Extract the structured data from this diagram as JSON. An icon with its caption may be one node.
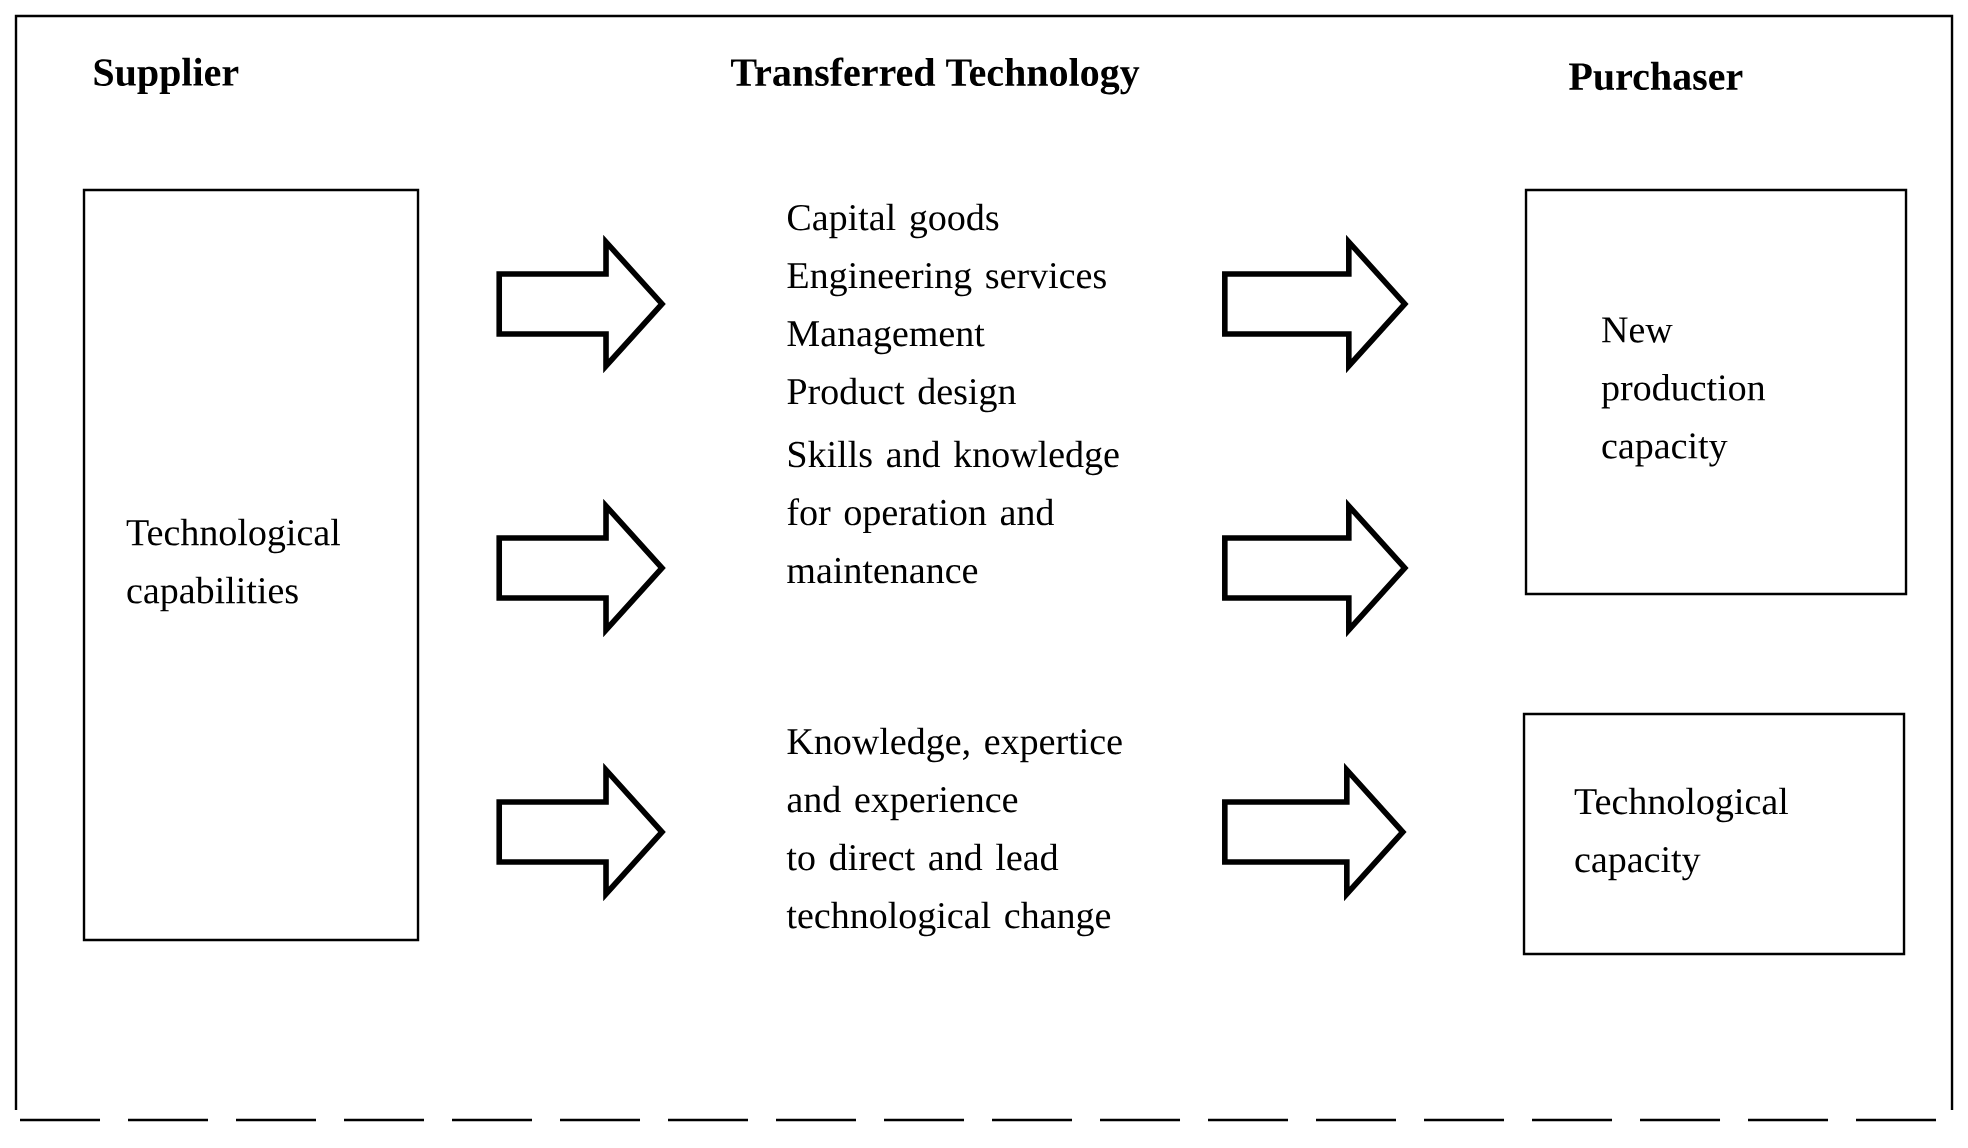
{
  "diagram": {
    "nodes": [
      {
        "text": [
          "Technological capabilities"
        ]
      },
      {
        "text": [
          "Capital goods",
          "Engineering services",
          "Management",
          "Product design"
        ]
      },
      {
        "text": [
          "Skills and knowledge for operation and maintenance"
        ]
      },
      {
        "text": [
          "Knowledge, expertice and experience to direct and lead technological change"
        ]
      },
      {
        "text": [
          "New production capacity"
        ]
      },
      {
        "text": [
          "Technological capacity"
        ]
      }
    ],
    "edges": [
      {
        "from": 0,
        "to": 1,
        "arrow": "to"
      },
      {
        "from": 0,
        "to": 2,
        "arrow": "to"
      },
      {
        "from": 0,
        "to": 3,
        "arrow": "to"
      },
      {
        "from": 1,
        "to": 4,
        "arrow": "to"
      },
      {
        "from": 2,
        "to": 4,
        "arrow": "to"
      },
      {
        "from": 3,
        "to": 5,
        "arrow": "to"
      }
    ],
    "labels": [
      "Supplier",
      "Transferred Technology",
      "Purchaser"
    ]
  }
}
